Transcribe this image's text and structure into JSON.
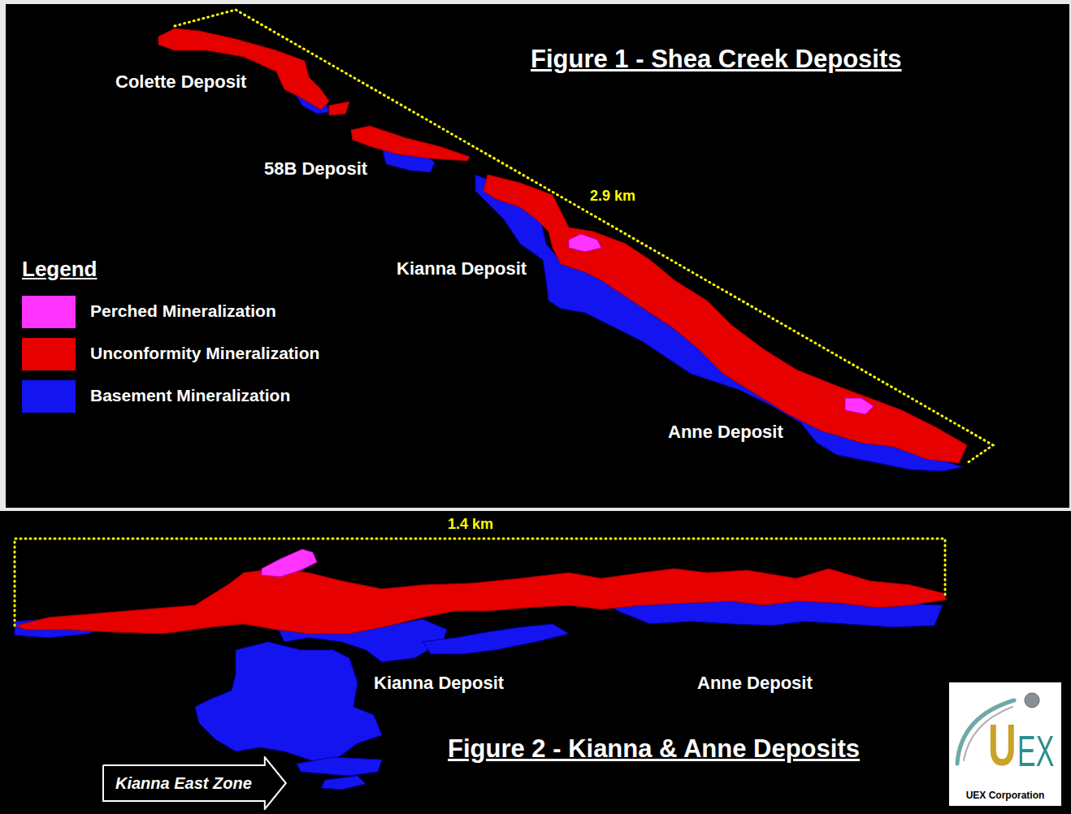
{
  "diagram": {
    "title": "Figure 1 - Shea Creek Deposits",
    "nodes": [
      {
        "text": [
          "Kianna East Zone"
        ]
      },
      {
        "text": [
          "U",
          "EX",
          "UEX Corporation"
        ]
      }
    ],
    "labels": [
      "Colette Deposit",
      "58B Deposit",
      "2.9 km",
      "Kianna Deposit",
      "Anne Deposit",
      "Legend",
      "1.4 km",
      "Kianna Deposit",
      "Anne Deposit",
      "Figure 2 - Kianna & Anne Deposits"
    ],
    "legend": [
      {
        "text": "Perched Mineralization",
        "color": "#ff33ff"
      },
      {
        "text": "Unconformity Mineralization",
        "color": "#e60000"
      },
      {
        "text": "Basement Mineralization",
        "color": "#1414f0"
      }
    ]
  }
}
